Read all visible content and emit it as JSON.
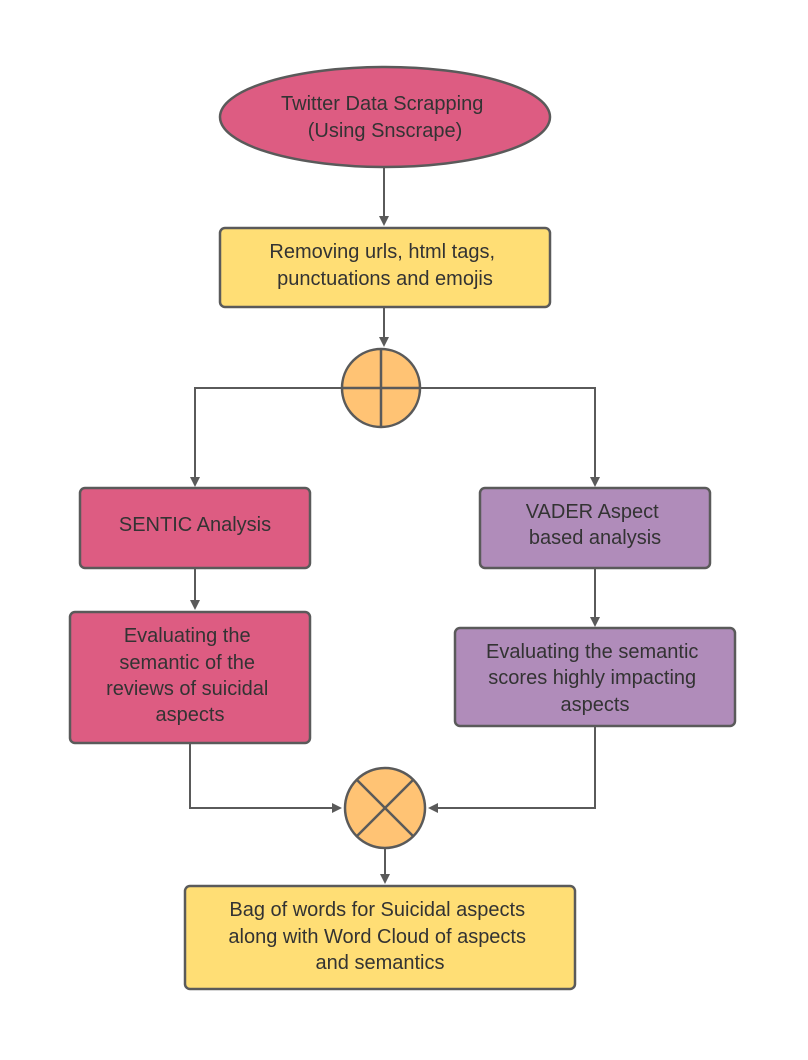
{
  "diagram": {
    "start": {
      "lines": [
        "Twitter Data Scrapping",
        "(Using Snscrape)"
      ]
    },
    "preprocess": {
      "lines": [
        "Removing urls, html tags,",
        "punctuations and emojis"
      ]
    },
    "split_junction": {
      "type": "or-junction"
    },
    "left_branch": {
      "analysis": {
        "lines": [
          "SENTIC Analysis"
        ]
      },
      "evaluation": {
        "lines": [
          "Evaluating the",
          "semantic of the",
          "reviews of suicidal",
          "aspects"
        ]
      }
    },
    "right_branch": {
      "analysis": {
        "lines": [
          "VADER Aspect",
          "based analysis"
        ]
      },
      "evaluation": {
        "lines": [
          "Evaluating the semantic",
          "scores highly impacting",
          "aspects"
        ]
      }
    },
    "merge_junction": {
      "type": "summing-junction"
    },
    "output": {
      "lines": [
        "Bag of words for Suicidal aspects",
        "along with Word Cloud of aspects",
        "and semantics"
      ]
    }
  },
  "colors": {
    "pink": "#dd5c82",
    "purple": "#b08cba",
    "yellow": "#ffde75",
    "orange": "#ffc374",
    "stroke": "#5a5a5a",
    "text": "#333333"
  }
}
